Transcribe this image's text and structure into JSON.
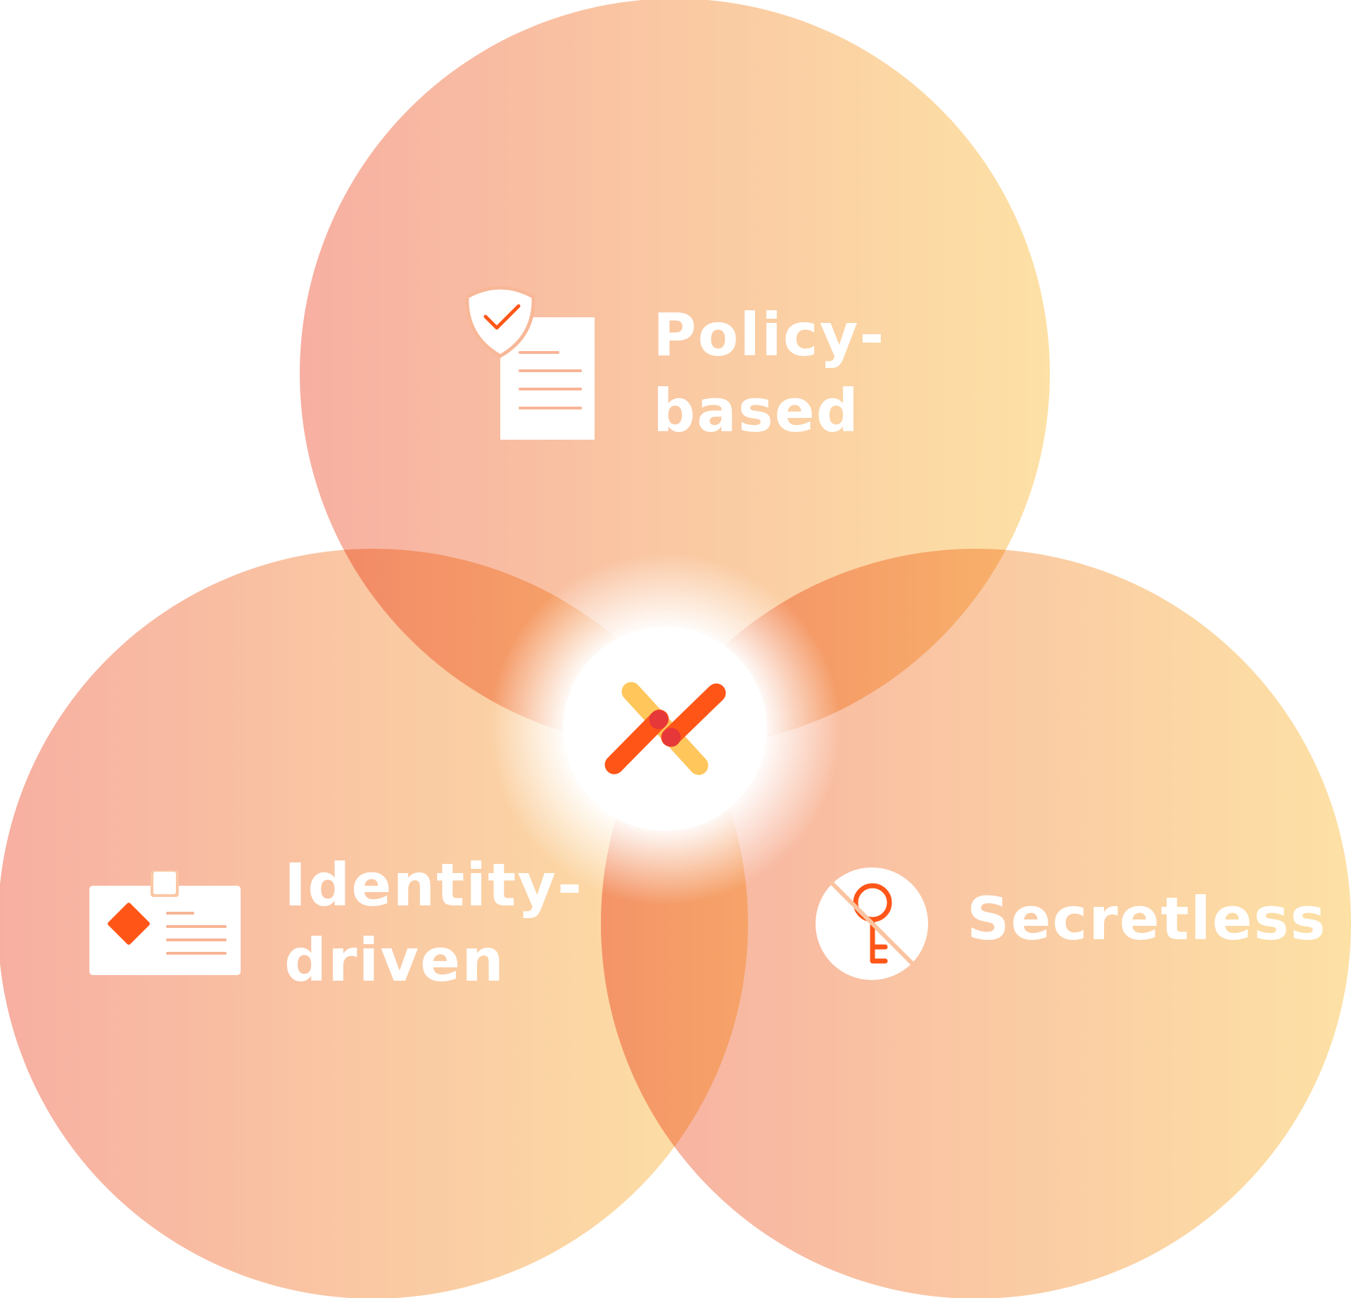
{
  "diagram": {
    "type": "venn",
    "sets": [
      {
        "id": "policy",
        "label_lines": [
          "Policy-",
          "based"
        ],
        "icon": "policy-document-shield-icon"
      },
      {
        "id": "identity",
        "label_lines": [
          "Identity-",
          "driven"
        ],
        "icon": "id-badge-icon"
      },
      {
        "id": "secretless",
        "label_lines": [
          "Secretless"
        ],
        "icon": "no-key-icon"
      }
    ],
    "center_icon": "brand-x-logo-icon"
  },
  "colors": {
    "gradient_start": "#f7ab9c",
    "gradient_end": "#fde2a0",
    "accent_orange": "#ff5618",
    "accent_yellow": "#ffc65c",
    "accent_red": "#e63838"
  }
}
